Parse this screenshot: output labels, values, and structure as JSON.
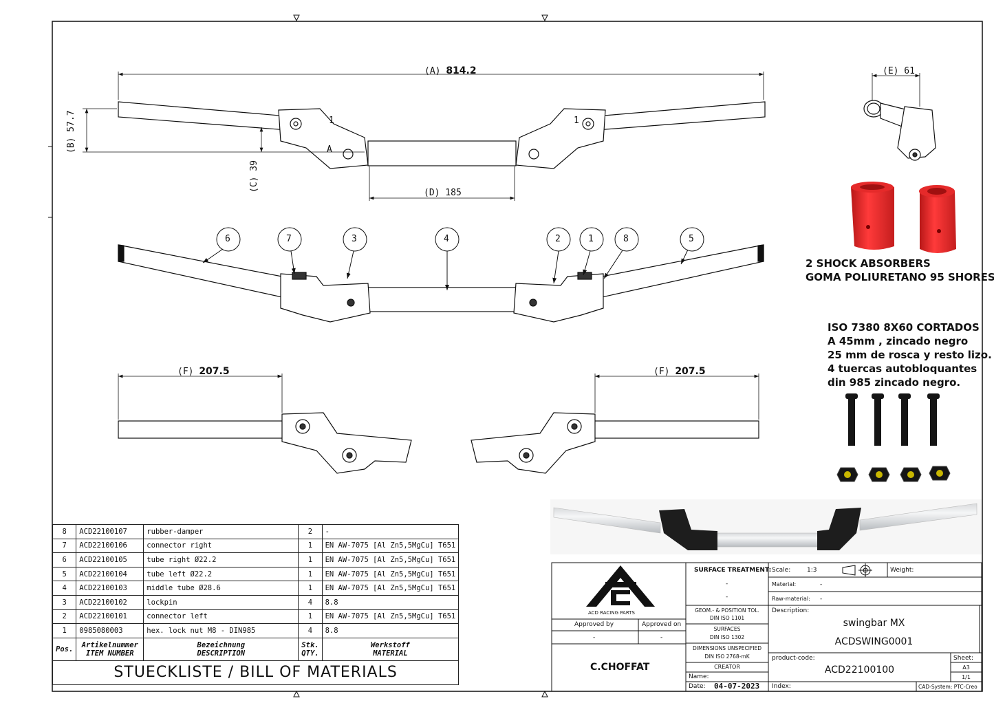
{
  "dimensions": {
    "a_label": "(A)",
    "a_value": "814.2",
    "b_label": "(B) 57.7",
    "c_label": "(C) 39",
    "d_label": "(D) 185",
    "e_label": "(E) 61",
    "f_label": "(F)",
    "f_value": "207.5",
    "ref_1": "1",
    "ref_a": "A"
  },
  "balloons": [
    "6",
    "7",
    "3",
    "4",
    "2",
    "1",
    "8",
    "5"
  ],
  "notes": {
    "shock_line1": "2 SHOCK ABSORBERS",
    "shock_line2": "GOMA POLIURETANO 95 SHORES",
    "bolt_line1": "ISO 7380 8X60 CORTADOS",
    "bolt_line2": "A 45mm , zincado negro",
    "bolt_line3": "25 mm de rosca y resto lizo.",
    "bolt_line4": "4 tuercas autobloquantes",
    "bolt_line5": "din 985 zincado negro."
  },
  "bom": {
    "rows": [
      {
        "pos": "8",
        "item": "ACD22100107",
        "desc": "rubber-damper",
        "qty": "2",
        "material": "-"
      },
      {
        "pos": "7",
        "item": "ACD22100106",
        "desc": "connector right",
        "qty": "1",
        "material": "EN AW-7075 [Al Zn5,5MgCu] T651"
      },
      {
        "pos": "6",
        "item": "ACD22100105",
        "desc": "tube right Ø22.2",
        "qty": "1",
        "material": "EN AW-7075 [Al Zn5,5MgCu] T651"
      },
      {
        "pos": "5",
        "item": "ACD22100104",
        "desc": "tube left Ø22.2",
        "qty": "1",
        "material": "EN AW-7075 [Al Zn5,5MgCu] T651"
      },
      {
        "pos": "4",
        "item": "ACD22100103",
        "desc": "middle tube Ø28.6",
        "qty": "1",
        "material": "EN AW-7075 [Al Zn5,5MgCu] T651"
      },
      {
        "pos": "3",
        "item": "ACD22100102",
        "desc": "lockpin",
        "qty": "4",
        "material": "8.8"
      },
      {
        "pos": "2",
        "item": "ACD22100101",
        "desc": "connector left",
        "qty": "1",
        "material": "EN AW-7075 [Al Zn5,5MgCu] T651"
      },
      {
        "pos": "1",
        "item": "0985080003",
        "desc": "hex. lock nut M8 - DIN985",
        "qty": "4",
        "material": "8.8"
      }
    ],
    "hdr_pos": "Pos.",
    "hdr_item_de": "Artikelnummer",
    "hdr_item_en": "ITEM NUMBER",
    "hdr_desc_de": "Bezeichnung",
    "hdr_desc_en": "DESCRIPTION",
    "hdr_qty_de": "Stk.",
    "hdr_qty_en": "QTY.",
    "hdr_mat_de": "Werkstoff",
    "hdr_mat_en": "MATERIAL",
    "title": "STUECKLISTE / BILL OF MATERIALS"
  },
  "title_block": {
    "logo_text": "ACD RACING PARTS",
    "approved_by": "Approved by",
    "approved_on": "Approved on",
    "approved_by_val": "-",
    "approved_on_val": "-",
    "creator_name": "C.CHOFFAT",
    "surface_treatment": "SURFACE TREATMENT:",
    "surface_val1": "-",
    "surface_val2": "-",
    "geom_tol1": "GEOM.- & POSITION TOL.",
    "geom_tol2": "DIN ISO 1101",
    "surfaces1": "SURFACES",
    "surfaces2": "DIN ISO 1302",
    "dims_unspec1": "DIMENSIONS UNSPECIFIED",
    "dims_unspec2": "DIN ISO 2768-mK",
    "creator_label": "CREATOR",
    "name_label": "Name:",
    "date_label": "Date:",
    "date_val": "04-07-2023",
    "scale_label": "Scale:",
    "scale_val": "1:3",
    "weight_label": "Weight:",
    "material_label": "Material:",
    "material_val": "-",
    "raw_label": "Raw-material:",
    "raw_val": "-",
    "desc_label": "Description:",
    "desc_val1": "swingbar MX",
    "desc_val2": "ACDSWING0001",
    "product_label": "product-code:",
    "product_val": "ACD22100100",
    "sheet_label": "Sheet:",
    "sheet_size": "A3",
    "sheet_num": "1/1",
    "index_label": "Index:",
    "cad_label": "CAD-System: PTC-Creo"
  }
}
